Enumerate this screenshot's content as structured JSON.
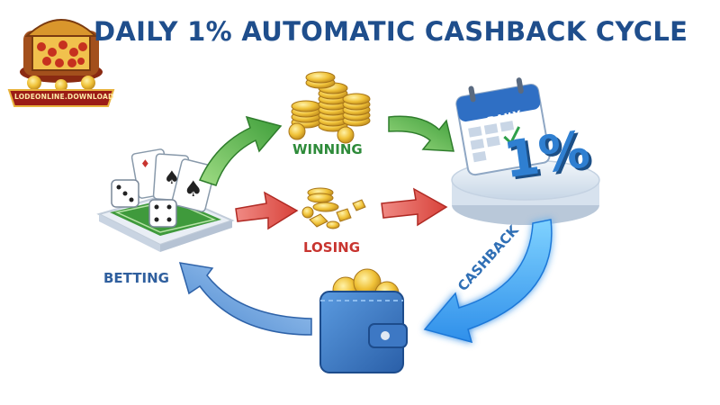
{
  "title": "DAILY 1% AUTOMATIC CASHBACK CYCLE",
  "logo": {
    "text": "LODEONLINE.DOWNLOAD"
  },
  "nodes": {
    "betting": "BETTING",
    "winning": "WINNING",
    "losing": "LOSING",
    "calendar_label": "DAILY",
    "percent": "1%",
    "cashback": "CASHBACK"
  },
  "colors": {
    "title": "#1f4e8c",
    "winning": "#2e8b3a",
    "losing": "#c8342f",
    "betting": "#2f5f9e",
    "cashback_arrow": "#3aa0f0"
  }
}
